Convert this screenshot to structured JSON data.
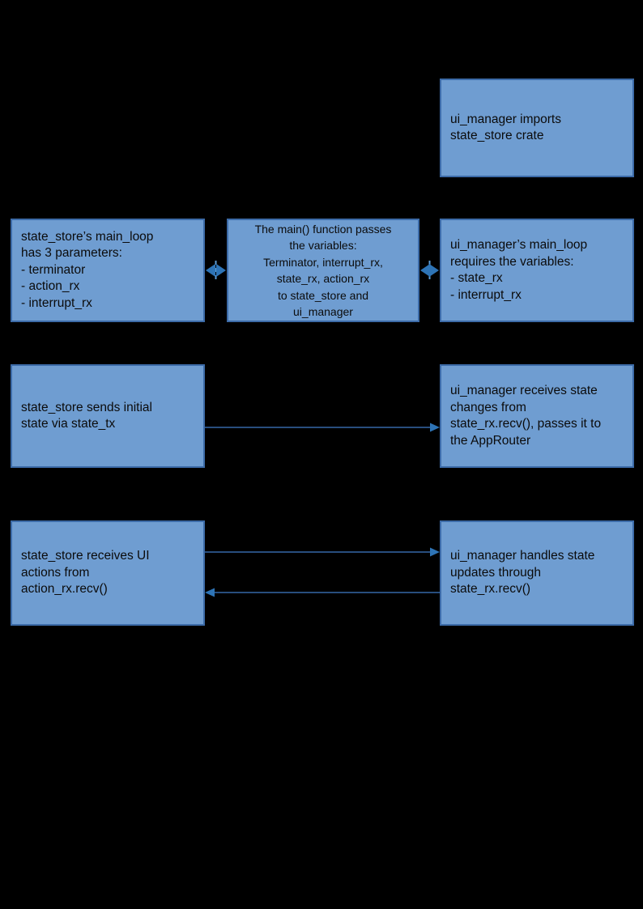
{
  "diagram": {
    "colors": {
      "background": "#000000",
      "box_fill": "#6F9DD1",
      "box_border": "#3C6BA8",
      "connector": "#2E74B6",
      "connector_line": "#3569A8",
      "connector_light": "#5B9BD5",
      "text": "#0B0B0B"
    },
    "boxes": [
      {
        "name": "ui-manager-imports",
        "text": "ui_manager imports\nstate_store crate"
      },
      {
        "name": "state-store-main-loop-params",
        "text": "state_store’s main_loop\nhas 3 parameters:\n- terminator\n- action_rx\n- interrupt_rx"
      },
      {
        "name": "main-function-passes-variables",
        "text": "The main() function passes\nthe variables:\nTerminator, interrupt_rx,\nstate_rx, action_rx\nto state_store and\nui_manager"
      },
      {
        "name": "ui-manager-main-loop-requires",
        "text": "ui_manager’s main_loop\nrequires the variables:\n- state_rx\n- interrupt_rx"
      },
      {
        "name": "state-store-sends-initial-state",
        "text": "state_store sends initial\nstate via state_tx"
      },
      {
        "name": "ui-manager-receives-state-changes",
        "text": "ui_manager receives state\nchanges from\nstate_rx.recv(), passes it to\nthe AppRouter"
      },
      {
        "name": "state-store-receives-ui-actions",
        "text": "state_store receives UI\nactions from\naction_rx.recv()"
      },
      {
        "name": "ui-manager-handles-state-updates",
        "text": "ui_manager handles state\nupdates through\nstate_rx.recv()"
      }
    ],
    "connectors": [
      {
        "type": "bidirectional-arrow",
        "between": [
          "state-store-main-loop-params",
          "main-function-passes-variables"
        ]
      },
      {
        "type": "bidirectional-arrow",
        "between": [
          "main-function-passes-variables",
          "ui-manager-main-loop-requires"
        ]
      },
      {
        "type": "arrow-right",
        "from": "state-store-sends-initial-state",
        "to": "ui-manager-receives-state-changes"
      },
      {
        "type": "arrow-right",
        "from": "state-store-receives-ui-actions",
        "to": "ui-manager-handles-state-updates"
      },
      {
        "type": "arrow-left",
        "from": "ui-manager-handles-state-updates",
        "to": "state-store-receives-ui-actions"
      }
    ]
  }
}
